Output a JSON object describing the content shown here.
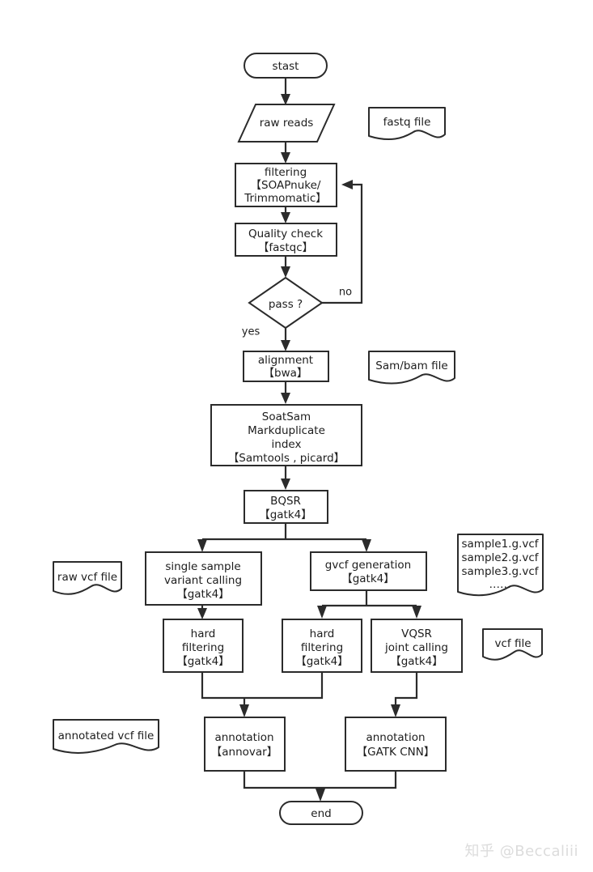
{
  "diagram": {
    "title": "WGS/WES variant calling pipeline flowchart",
    "colors": {
      "stroke": "#2b2b2b",
      "fill": "#ffffff",
      "text": "#1d1d1d",
      "watermark": "#dcdcdc"
    }
  },
  "nodes": {
    "start": {
      "label": "stast",
      "shape": "terminator"
    },
    "raw_reads": {
      "label": "raw reads",
      "shape": "parallelogram"
    },
    "filtering": {
      "shape": "process",
      "line1": "filtering",
      "line2": "【SOAPnuke/",
      "line3": "Trimmomatic】"
    },
    "quality_check": {
      "shape": "process",
      "line1": "Quality check",
      "line2": "【fastqc】"
    },
    "pass_decision": {
      "label": "pass ?",
      "shape": "diamond"
    },
    "alignment": {
      "shape": "process",
      "line1": "alignment",
      "line2": "【bwa】"
    },
    "soatsam": {
      "shape": "process",
      "line1": "SoatSam",
      "line2": "Markduplicate",
      "line3": "index",
      "line4": "【Samtools , picard】"
    },
    "bqsr": {
      "shape": "process",
      "line1": "BQSR",
      "line2": "【gatk4】"
    },
    "single_sample_calling": {
      "shape": "process",
      "line1": "single sample",
      "line2": "variant calling",
      "line3": "【gatk4】"
    },
    "gvcf_generation": {
      "shape": "process",
      "line1": "gvcf generation",
      "line2": "【gatk4】"
    },
    "hard_filtering_left": {
      "shape": "process",
      "line1": "hard",
      "line2": "filtering",
      "line3": "【gatk4】"
    },
    "hard_filtering_mid": {
      "shape": "process",
      "line1": "hard",
      "line2": "filtering",
      "line3": "【gatk4】"
    },
    "vqsr_joint_calling": {
      "shape": "process",
      "line1": "VQSR",
      "line2": "joint calling",
      "line3": "【gatk4】"
    },
    "annotation_annovar": {
      "shape": "process",
      "line1": "annotation",
      "line2": "【annovar】"
    },
    "annotation_gatk_cnn": {
      "shape": "process",
      "line1": "annotation",
      "line2": "【GATK CNN】"
    },
    "end": {
      "label": "end",
      "shape": "terminator"
    }
  },
  "notes": {
    "fastq_file": {
      "line1": "fastq file"
    },
    "sam_bam_file": {
      "line1": "Sam/bam file"
    },
    "raw_vcf_file": {
      "line1": "raw vcf file"
    },
    "gvcf_samples": {
      "line1": "sample1.g.vcf",
      "line2": "sample2.g.vcf",
      "line3": "sample3.g.vcf",
      "line4": "……"
    },
    "vcf_file": {
      "line1": "vcf file"
    },
    "annotated_vcf_file": {
      "line1": "annotated vcf file"
    }
  },
  "edge_labels": {
    "pass_no": "no",
    "pass_yes": "yes"
  },
  "watermark": {
    "text": "知乎 @Beccaliii"
  }
}
